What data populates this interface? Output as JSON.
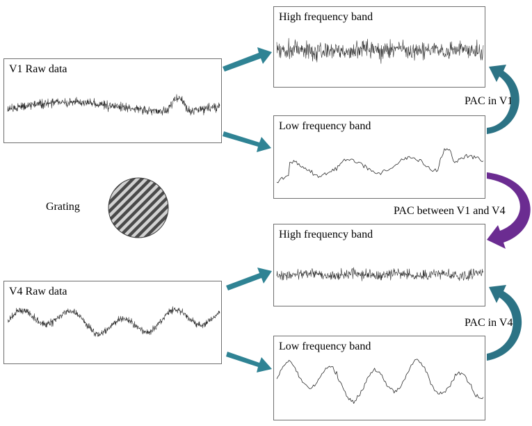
{
  "colors": {
    "arrow_teal": "#2f8394",
    "arrow_purple": "#6b2c91",
    "signal": "#2a2a2a",
    "panel_border": "#6e6e6e"
  },
  "panels": {
    "v1_raw": {
      "label": "V1 Raw data"
    },
    "v1_high": {
      "label": "High frequency band"
    },
    "v1_low": {
      "label": "Low frequency band"
    },
    "v4_raw": {
      "label": "V4 Raw data"
    },
    "v4_high": {
      "label": "High frequency band"
    },
    "v4_low": {
      "label": "Low frequency band"
    }
  },
  "labels": {
    "grating": "Grating",
    "pac_v1": "PAC in V1",
    "pac_between": "PAC between V1 and V4",
    "pac_v4": "PAC in V4"
  },
  "icons": {
    "grating": "diagonal-stripe-grating-disc",
    "flow_arrow": "teal-arrow-icon",
    "pac_arrow": "curved-arrow-icon"
  }
}
